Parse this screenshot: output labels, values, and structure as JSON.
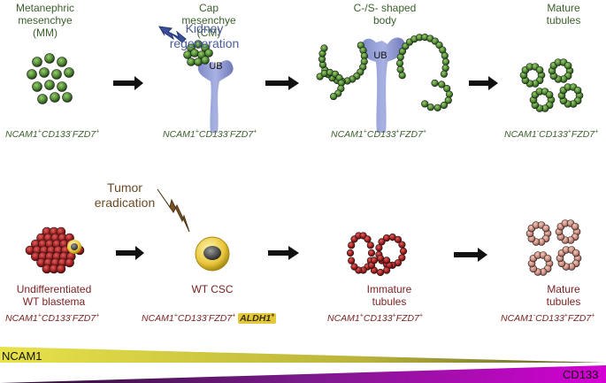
{
  "colors": {
    "green_text": "#3b5f2a",
    "red_text": "#7a1f1f",
    "blue_text": "#4a5d9a",
    "brown_text": "#6b4a25",
    "ncam1_gradient": "#e8e24a",
    "cd133_gradient": "#d400d4"
  },
  "top_row": {
    "stages": [
      {
        "label_lines": [
          "Metanephric",
          "mesenchye",
          "(MM)"
        ],
        "marker": [
          "NCAM1",
          "+",
          "CD133",
          "-",
          "FZD7",
          "+"
        ]
      },
      {
        "label_lines": [
          "Cap",
          "mesenchye",
          "(CM)"
        ],
        "marker": [
          "NCAM1",
          "+",
          "CD133",
          "-",
          "FZD7",
          "+"
        ]
      },
      {
        "label_lines": [
          "C-/S- shaped",
          "body"
        ],
        "marker": [
          "NCAM1",
          "+",
          "CD133",
          "+",
          "FZD7",
          "+"
        ]
      },
      {
        "label_lines": [
          "Mature",
          "tubules"
        ],
        "marker": [
          "NCAM1",
          "-",
          "CD133",
          "+",
          "FZD7",
          "+"
        ]
      }
    ],
    "ub_label": "UB",
    "regeneration_lines": [
      "Kidney",
      "regeneration"
    ]
  },
  "bottom_row": {
    "stages": [
      {
        "label_lines": [
          "Undifferentiated",
          "WT blastema"
        ],
        "marker": [
          "NCAM1",
          "+",
          "CD133",
          "-",
          "FZD7",
          "+"
        ]
      },
      {
        "label_lines": [
          "WT CSC"
        ],
        "marker": [
          "NCAM1",
          "+",
          "CD133",
          "-",
          "FZD7",
          "+"
        ],
        "extra_marker": [
          "ALDH1",
          "+"
        ]
      },
      {
        "label_lines": [
          "Immature",
          "tubules"
        ],
        "marker": [
          "NCAM1",
          "+",
          "CD133",
          "+",
          "FZD7",
          "+"
        ]
      },
      {
        "label_lines": [
          "Mature",
          "tubules"
        ],
        "marker": [
          "NCAM1",
          "-",
          "CD133",
          "+",
          "FZD7",
          "+"
        ]
      }
    ],
    "eradication_lines": [
      "Tumor",
      "eradication"
    ]
  },
  "gradient_bars": {
    "ncam1_label": "NCAM1",
    "cd133_label": "CD133"
  }
}
